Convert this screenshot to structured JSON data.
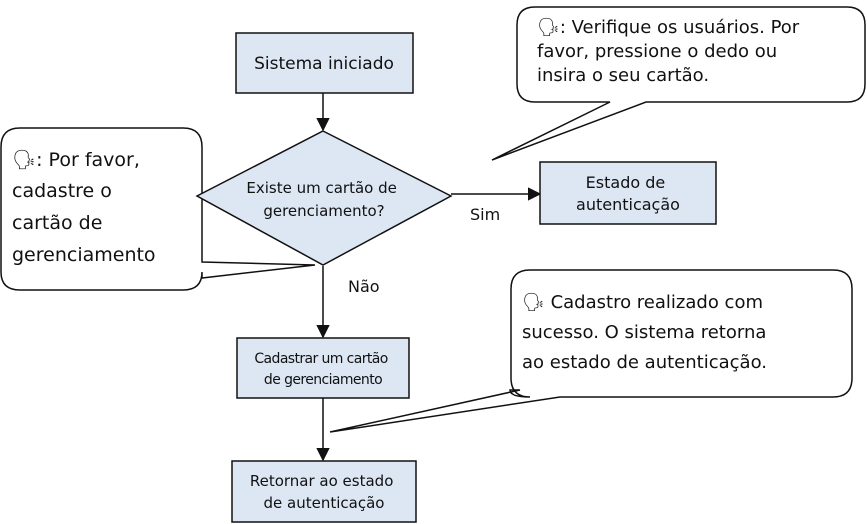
{
  "nodes": {
    "start": "Sistema iniciado",
    "decision": [
      "Existe um cartão de",
      "gerenciamento?"
    ],
    "auth_state": [
      "Estado de",
      "autenticação"
    ],
    "register": [
      "Cadastrar um cartão",
      "de gerenciamento"
    ],
    "return": [
      "Retornar ao estado",
      "de autenticação"
    ]
  },
  "edges": {
    "yes_label": "Sim",
    "no_label": "Não"
  },
  "callouts": {
    "verify": [
      "🗣: Verifique os usuários. Por",
      "favor, pressione o dedo ou",
      "insira o seu cartão."
    ],
    "register_prompt": [
      "🗣: Por favor,",
      "cadastre o",
      "cartão de",
      "gerenciamento"
    ],
    "success": [
      "🗣 Cadastro realizado com",
      "sucesso. O sistema retorna",
      "ao estado de autenticação."
    ]
  },
  "colors": {
    "box_fill": "#dde7f4",
    "stroke": "#111111"
  }
}
